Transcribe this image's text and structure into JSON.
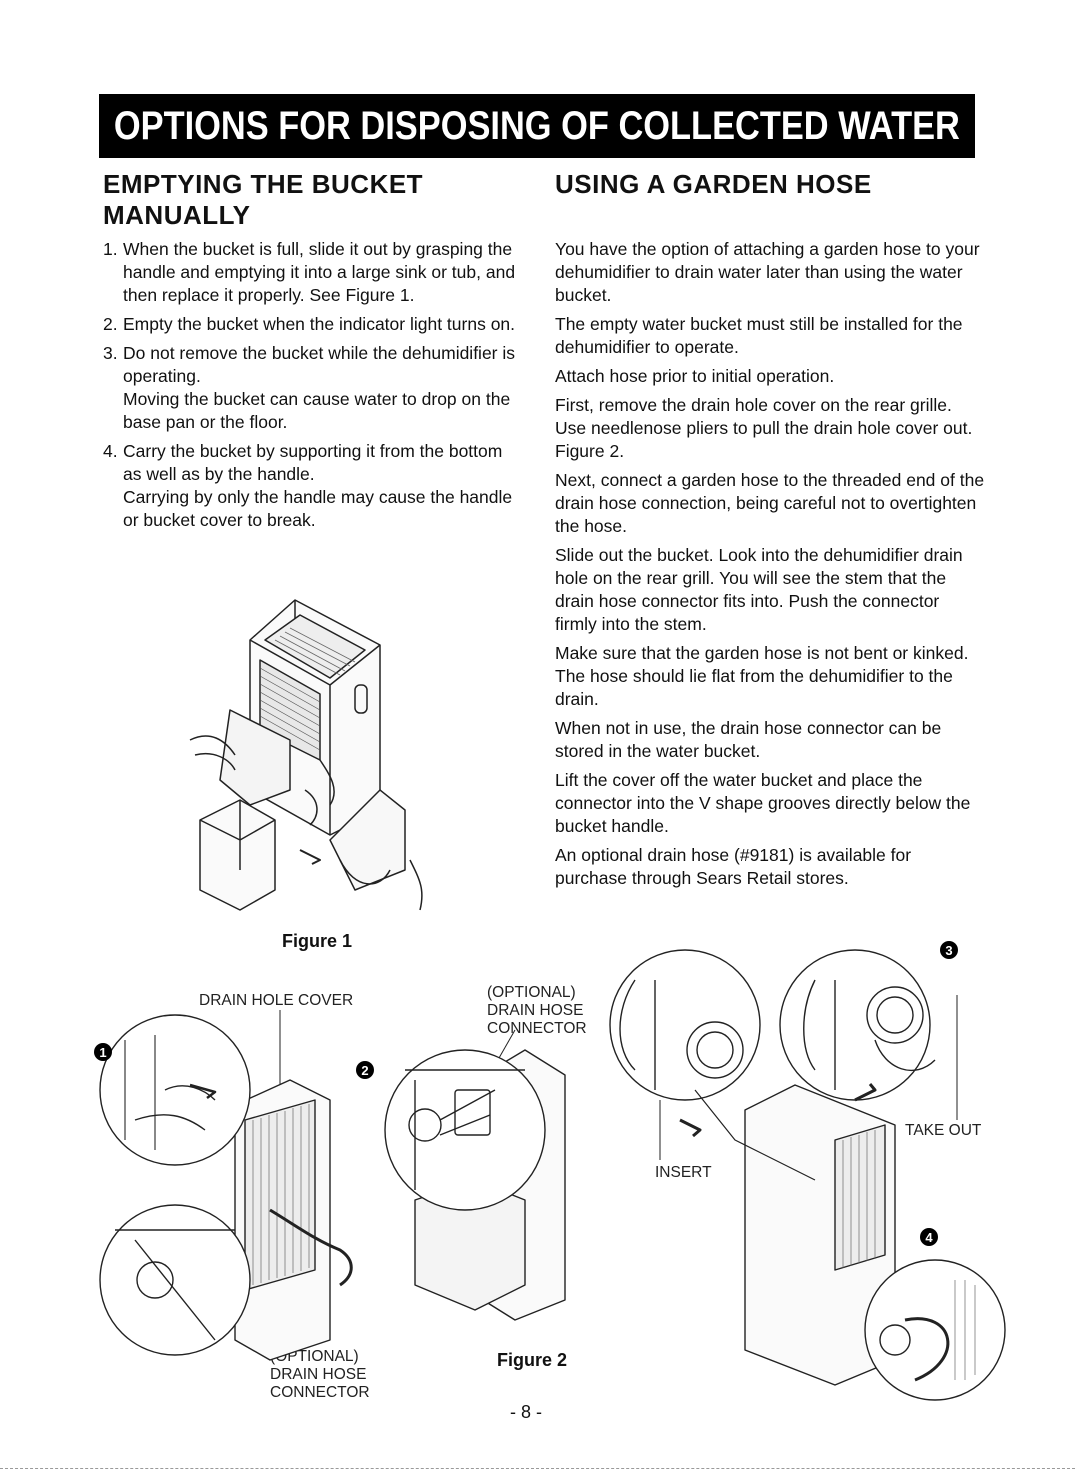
{
  "banner": {
    "title": "OPTIONS FOR DISPOSING OF COLLECTED WATER"
  },
  "left": {
    "heading_line1": "EMPTYING THE BUCKET",
    "heading_line2": "MANUALLY",
    "items": [
      {
        "num": "1.",
        "lines": [
          "When the bucket is full, slide it out by grasping the handle and emptying it into a large sink or tub,  and then replace it properly. See Figure 1."
        ]
      },
      {
        "num": "2.",
        "lines": [
          "Empty the bucket when the indicator light turns on."
        ]
      },
      {
        "num": "3.",
        "lines": [
          "Do not remove the bucket while the dehumidifier is operating.",
          "Moving the bucket can cause water to drop on the base pan or the floor."
        ]
      },
      {
        "num": "4.",
        "lines": [
          "Carry the bucket by supporting it from the bottom as well as by the handle.",
          "Carrying by only the handle may cause the handle or bucket cover to break."
        ]
      }
    ]
  },
  "right": {
    "heading": "USING A GARDEN HOSE",
    "paragraphs": [
      "You have the option of attaching a garden hose to your dehumidifier to drain water later than using the water bucket.",
      "The empty water bucket must still be installed for the dehumidifier to operate.",
      "Attach hose prior to initial operation.",
      "First, remove the drain hole cover on the rear grille. Use needlenose pliers to pull the drain hole cover out. Figure 2.",
      "Next, connect a garden hose to the threaded end of the drain hose connection, being careful not to overtighten the hose.",
      "Slide out the bucket. Look into the dehumidifier drain hole on the rear grill. You will see the stem that the drain hose connector fits into. Push the connector firmly into the stem.",
      "Make sure that the garden hose is not bent or kinked. The hose should lie flat from the dehumidifier to the drain.",
      "When not in use, the drain hose connector can be stored in the water bucket.",
      "Lift the cover off the water bucket and place the connector into the V shape grooves directly below the bucket handle.",
      "An optional drain hose (#9181) is available for purchase through Sears Retail stores."
    ]
  },
  "figures": {
    "fig1_caption": "Figure 1",
    "fig2_caption": "Figure 2",
    "labels": {
      "drain_hole_cover": "DRAIN HOLE COVER",
      "optional_top": [
        "(OPTIONAL)",
        "DRAIN HOSE",
        "CONNECTOR"
      ],
      "optional_bottom": [
        "(OPTIONAL)",
        "DRAIN HOSE",
        "CONNECTOR"
      ],
      "insert": "INSERT",
      "take_out": "TAKE OUT"
    },
    "step_badges": [
      "1",
      "2",
      "3",
      "4"
    ]
  },
  "page_number": "- 8 -"
}
